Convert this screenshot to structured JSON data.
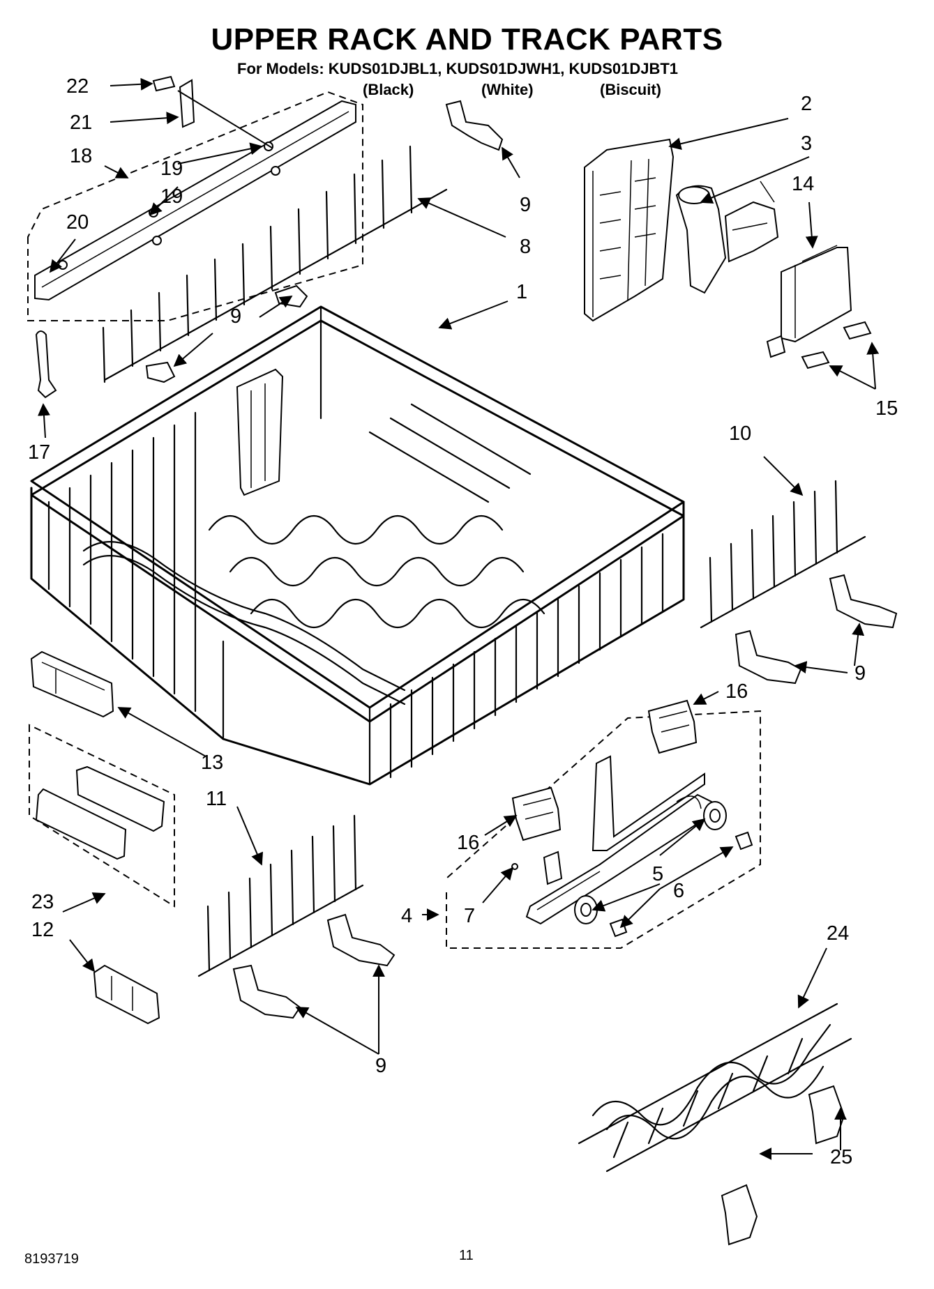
{
  "title": "UPPER RACK AND TRACK PARTS",
  "models_line": "For Models: KUDS01DJBL1, KUDS01DJWH1, KUDS01DJBT1",
  "model_colors": [
    "(Black)",
    "(White)",
    "(Biscuit)"
  ],
  "callouts": [
    "22",
    "21",
    "18",
    "19",
    "19",
    "20",
    "9",
    "8",
    "2",
    "3",
    "14",
    "9",
    "1",
    "9",
    "17",
    "15",
    "10",
    "9",
    "16",
    "13",
    "11",
    "16",
    "5",
    "6",
    "4",
    "7",
    "23",
    "12",
    "24",
    "9",
    "25"
  ],
  "footer": {
    "doc_number": "8193719",
    "page_number": "11"
  }
}
